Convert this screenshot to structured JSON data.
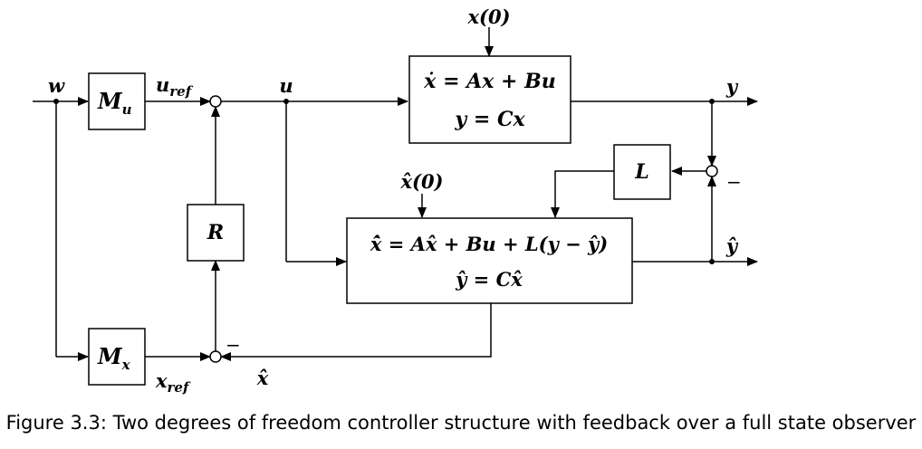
{
  "diagram": {
    "blocks": {
      "mu": {
        "label": "M",
        "sub": "u"
      },
      "mx": {
        "label": "M",
        "sub": "x"
      },
      "r": {
        "label": "R"
      },
      "l": {
        "label": "L"
      },
      "plant": {
        "line1": "ẋ = Ax + Bu",
        "line2": "y = Cx"
      },
      "observer": {
        "line1": "x̂̇ = Ax̂ + Bu + L(y − ŷ)",
        "line2": "ŷ = Cx̂"
      }
    },
    "signals": {
      "w": "w",
      "u_ref": "u",
      "u_ref_sub": "ref",
      "u": "u",
      "x0": "x(0)",
      "xhat0": "x̂(0)",
      "y": "y",
      "yhat": "ŷ",
      "x_ref": "x",
      "x_ref_sub": "ref",
      "xhat": "x̂"
    },
    "signs": {
      "observer_sum": "−",
      "state_sum": "−"
    }
  },
  "caption": "Figure 3.3: Two degrees of freedom controller structure with feedback over a full state observer"
}
